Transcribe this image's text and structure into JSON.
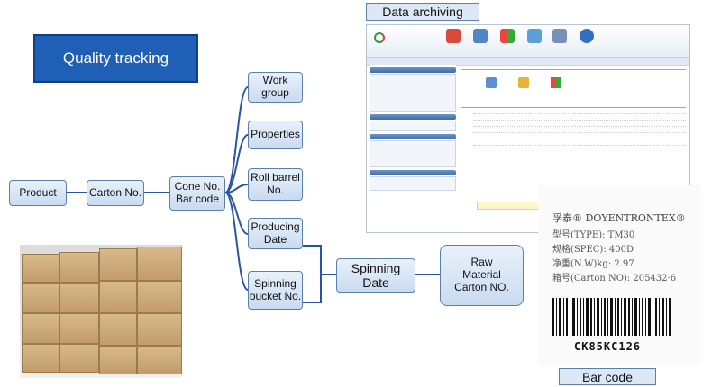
{
  "title": "Quality tracking",
  "nodes": {
    "product": "Product",
    "carton_no": "Carton No.",
    "cone_no": "Cone No.",
    "bar_code_line": "Bar code",
    "work_group_1": "Work",
    "work_group_2": "group",
    "properties": "Properties",
    "roll_barrel_1": "Roll barrel",
    "roll_barrel_2": "No.",
    "producing_1": "Producing",
    "producing_2": "Date",
    "spinning_bucket_1": "Spinning",
    "spinning_bucket_2": "bucket No.",
    "spinning_date_1": "Spinning",
    "spinning_date_2": "Date",
    "raw_1": "Raw",
    "raw_2": "Material",
    "raw_3": "Carton NO."
  },
  "labels": {
    "data_archiving": "Data archiving",
    "bar_code": "Bar code"
  },
  "label_image": {
    "brand": "孚泰® DOYENTRONTEX®",
    "type": "型号(TYPE): TM30",
    "spec": "规格(SPEC): 400D",
    "weight": "净重(N.W)kg: 2.97",
    "carton": "箱号(Carton NO): 205432·6",
    "barcode_text": "CK85KC126"
  }
}
